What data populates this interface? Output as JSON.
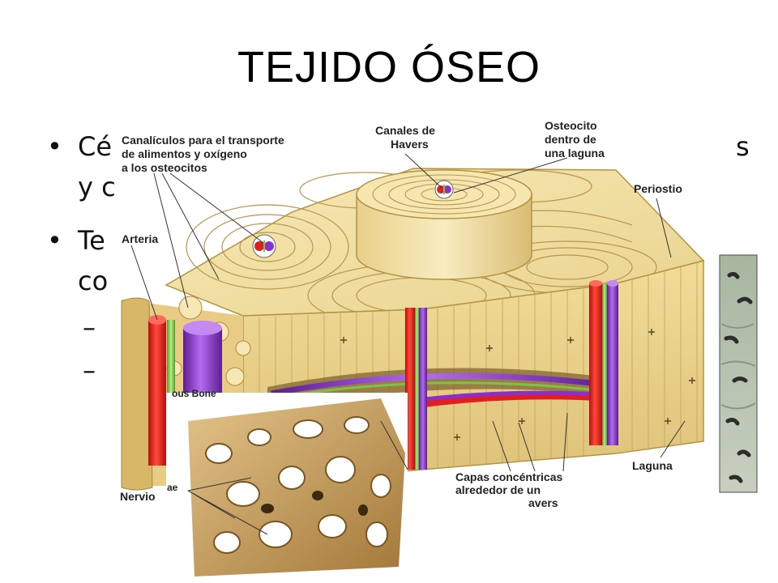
{
  "slide": {
    "title": "TEJIDO ÓSEO",
    "bullets": [
      {
        "line1_start": "Cé",
        "line1_end": "s",
        "line2_start": "y c"
      },
      {
        "line1_start": "Te",
        "line2_start": "co"
      }
    ],
    "sub_bullets": [
      "–",
      "–"
    ]
  },
  "diagram": {
    "labels": {
      "canaliculos": [
        "Canalículos para el transporte",
        "de alimentos y oxígeno",
        "a los osteocitos"
      ],
      "canales_havers": [
        "Canales de",
        "Havers"
      ],
      "osteocito": [
        "Osteocito",
        "dentro de",
        "una laguna"
      ],
      "periostio": "Periostio",
      "arteria": "Arteria",
      "capas": [
        "Capas concéntricas",
        "alrededor de un",
        "avers"
      ],
      "laguna": "Laguna",
      "nervio": "Nervio",
      "spongy_partial": "ous Bone",
      "trabeculae_partial": "ae"
    },
    "colors": {
      "bone_light": "#f4e3a6",
      "bone_mid": "#e8cf86",
      "bone_dark": "#c9a95a",
      "artery_red": "#e02020",
      "vein_purple": "#8b2fc9",
      "nerve_green": "#7cc24a",
      "spongy_brown": "#b58a4a"
    }
  }
}
